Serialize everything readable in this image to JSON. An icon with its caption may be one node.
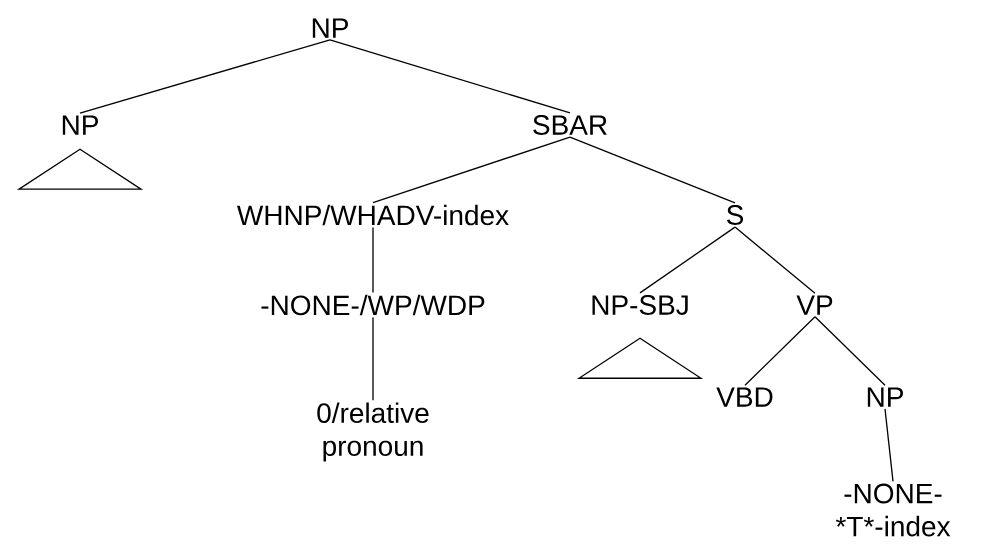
{
  "diagram": {
    "nodes": [
      {
        "text": [
          "NP"
        ]
      },
      {
        "text": [
          "NP"
        ]
      },
      {
        "text": [],
        "shape": "triangle"
      },
      {
        "text": [
          "SBAR"
        ]
      },
      {
        "text": [
          "WHNP/WHADV-index"
        ]
      },
      {
        "text": [
          "S"
        ]
      },
      {
        "text": [
          "-NONE-/WP/WDP"
        ]
      },
      {
        "text": [
          "NP-SBJ"
        ]
      },
      {
        "text": [],
        "shape": "triangle"
      },
      {
        "text": [
          "VP"
        ]
      },
      {
        "text": [
          "0/relative pronoun"
        ]
      },
      {
        "text": [
          "VBD"
        ]
      },
      {
        "text": [
          "NP"
        ]
      },
      {
        "text": [
          "-NONE- *T*-index"
        ]
      }
    ],
    "edges": [
      {
        "from": 0,
        "to": 1,
        "arrow": "none"
      },
      {
        "from": 0,
        "to": 3,
        "arrow": "none"
      },
      {
        "from": 3,
        "to": 4,
        "arrow": "none"
      },
      {
        "from": 3,
        "to": 5,
        "arrow": "none"
      },
      {
        "from": 4,
        "to": 6,
        "arrow": "none"
      },
      {
        "from": 6,
        "to": 10,
        "arrow": "none"
      },
      {
        "from": 5,
        "to": 7,
        "arrow": "none"
      },
      {
        "from": 5,
        "to": 9,
        "arrow": "none"
      },
      {
        "from": 9,
        "to": 11,
        "arrow": "none"
      },
      {
        "from": 9,
        "to": 12,
        "arrow": "none"
      },
      {
        "from": 12,
        "to": 13,
        "arrow": "none"
      }
    ]
  }
}
